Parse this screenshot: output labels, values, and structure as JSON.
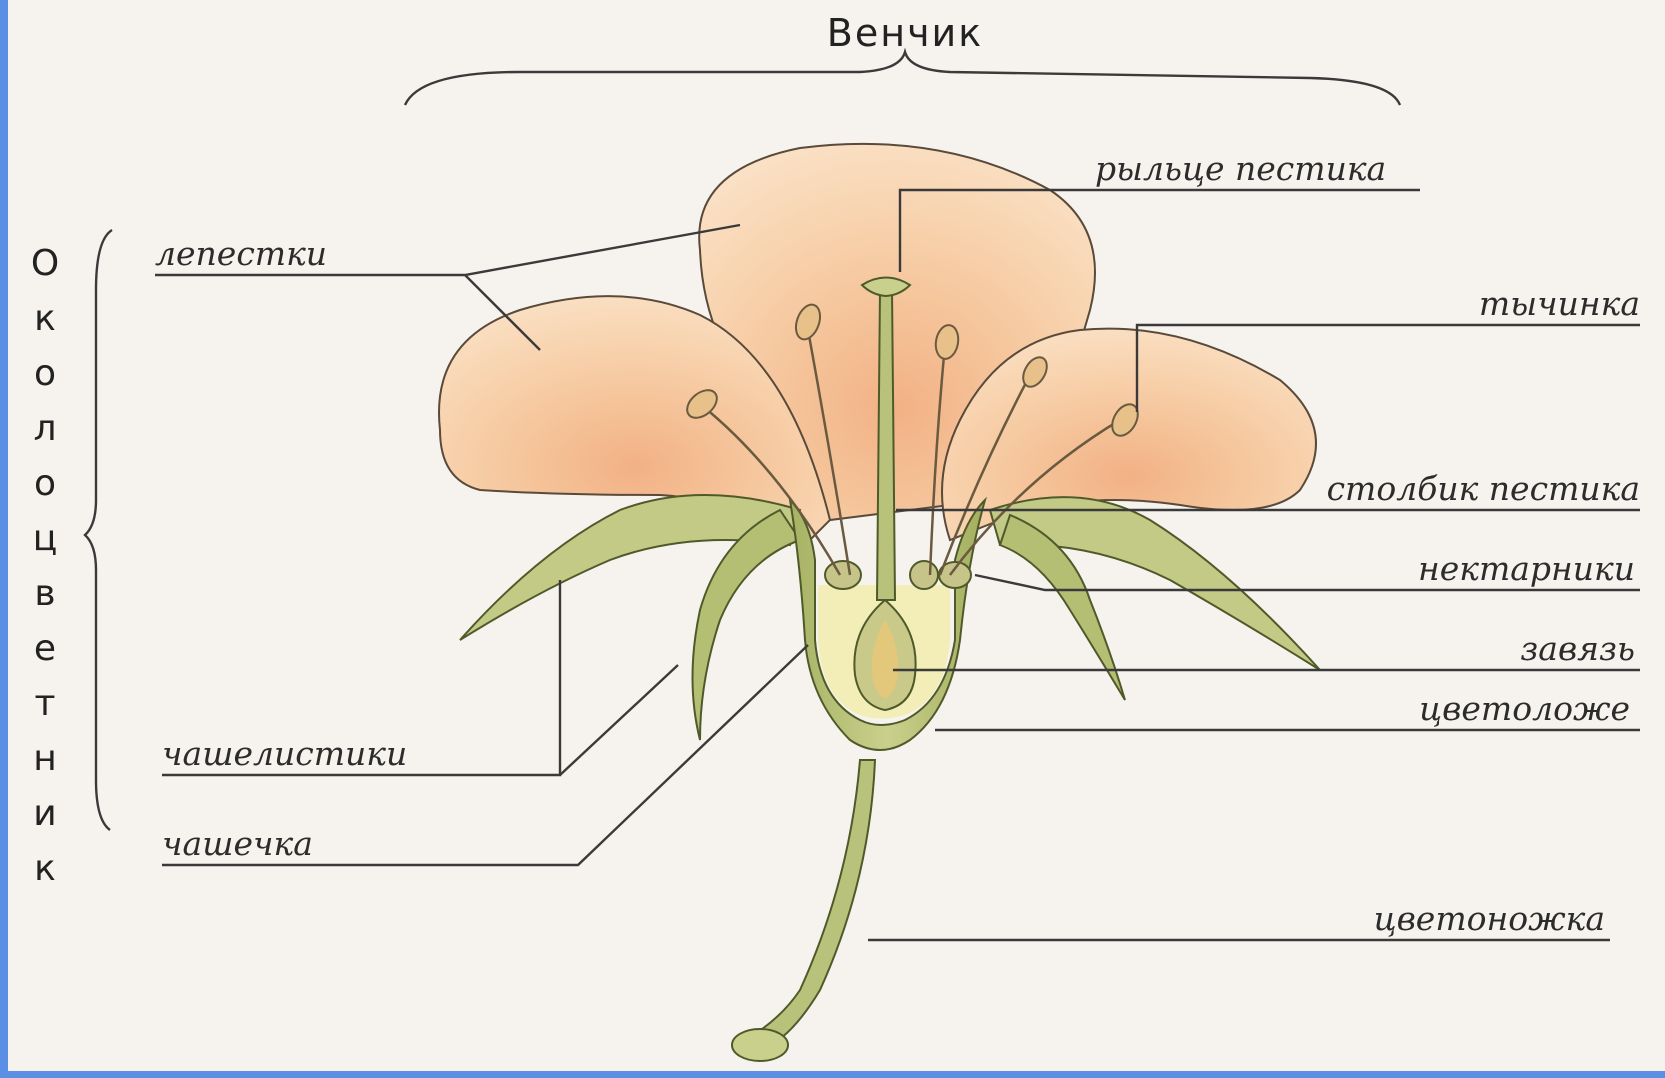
{
  "title": "Венчик",
  "side_label": "Околоцветник",
  "labels": {
    "petals": "лепестки",
    "stigma": "рыльце пестика",
    "stamen": "тычинка",
    "style": "столбик пестика",
    "nectaries": "нектарники",
    "ovary": "завязь",
    "receptacle": "цветоложе",
    "sepals": "чашелистики",
    "calyx": "чашечка",
    "pedicel": "цветоножка"
  },
  "colors": {
    "petal": "#f5c9a0",
    "petal_light": "#fbe6cf",
    "green": "#b9c27a",
    "green_dark": "#8f9a4c",
    "frame": "#5b8fe6"
  }
}
